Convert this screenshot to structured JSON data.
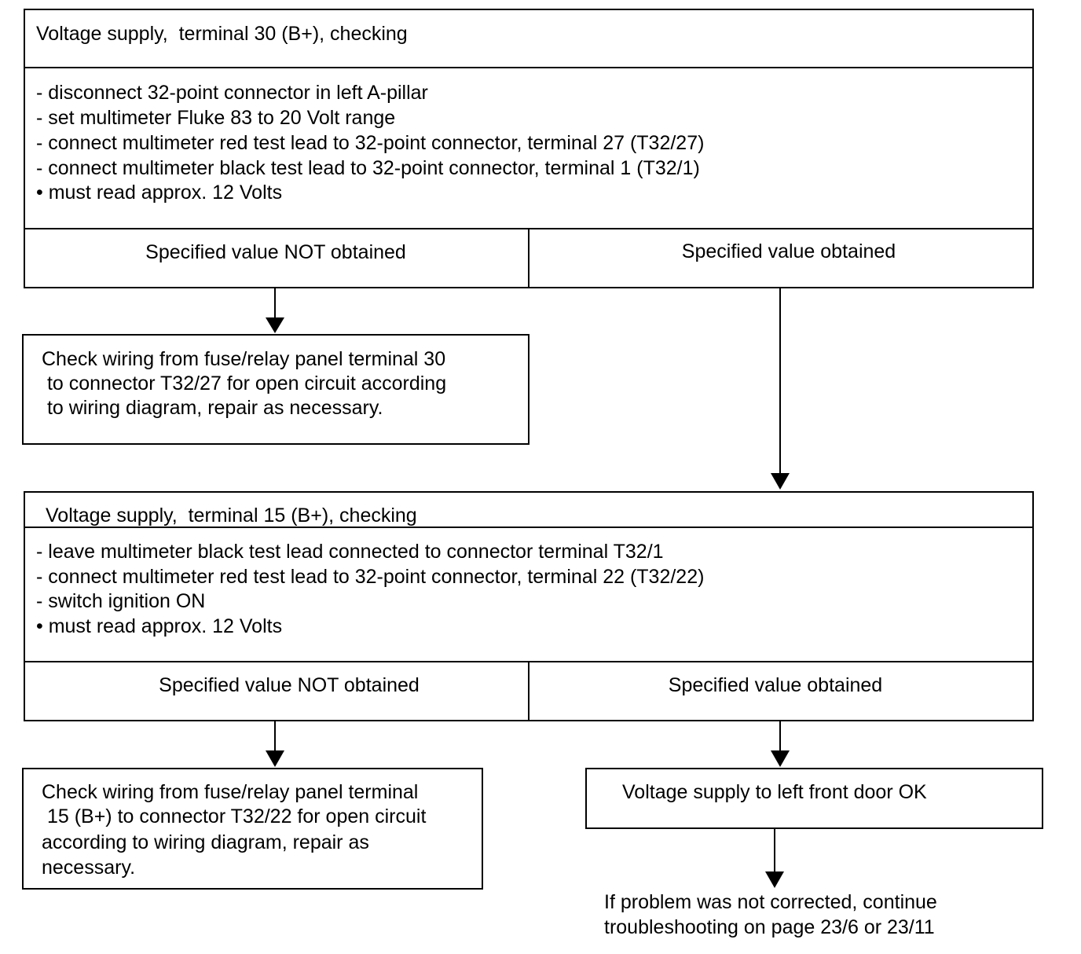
{
  "step1": {
    "title": "Voltage supply,  terminal 30 (B+), checking",
    "instructions": [
      "- disconnect 32-point connector in left A-pillar",
      "- set multimeter Fluke 83 to 20 Volt range",
      "- connect multimeter red test lead to 32-point connector, terminal 27 (T32/27)",
      "- connect multimeter black test lead to 32-point connector, terminal 1 (T32/1)",
      "• must read approx. 12 Volts"
    ],
    "branch_not_obtained": "Specified value NOT obtained",
    "branch_obtained": "Specified value obtained",
    "action_not_obtained": [
      "Check wiring from fuse/relay panel terminal 30",
      " to connector T32/27 for open circuit according",
      " to wiring diagram, repair as necessary."
    ]
  },
  "step2": {
    "title": "Voltage supply,  terminal 15 (B+), checking",
    "instructions": [
      "- leave multimeter black test lead connected to connector terminal T32/1",
      "- connect multimeter red test lead to 32-point connector, terminal 22 (T32/22)",
      "- switch ignition ON",
      "• must read approx. 12 Volts"
    ],
    "branch_not_obtained": "Specified value NOT obtained",
    "branch_obtained": "Specified value obtained",
    "action_not_obtained": [
      "Check wiring from fuse/relay panel terminal",
      " 15 (B+) to connector T32/22 for open circuit",
      "according to wiring diagram, repair as",
      "necessary."
    ],
    "result_ok": "Voltage supply to left front door OK"
  },
  "footer_note": [
    "If problem was not corrected, continue",
    "troubleshooting on page 23/6 or 23/11"
  ]
}
